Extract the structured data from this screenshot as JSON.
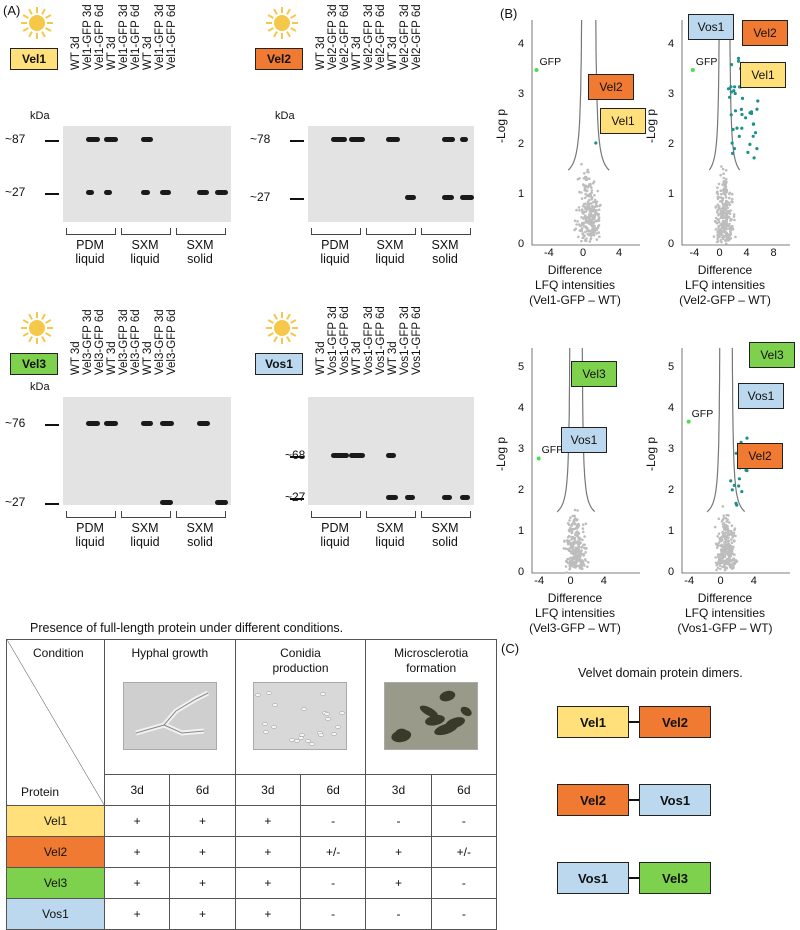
{
  "panels": {
    "a": "(A)",
    "b": "(B)",
    "c": "(C)"
  },
  "colors": {
    "vel1": "#ffe07a",
    "vel2": "#f07a32",
    "vel3": "#7ed14c",
    "vos1": "#bcd8ee",
    "sun": "#f5c84a"
  },
  "icons": {
    "sun": "sun-icon",
    "dot": "data-point"
  },
  "blots": [
    {
      "protein": "Vel1",
      "lanes": [
        "WT 3d",
        "Vel1-GFP 3d",
        "Vel1-GFP 6d",
        "WT 3d",
        "Vel1-GFP 3d",
        "Vel1-GFP 6d",
        "WT 3d",
        "Vel1-GFP 3d",
        "Vel1-GFP 6d"
      ],
      "kda": "kDa",
      "mw_high": "~87",
      "mw_low": "~27",
      "conditions": [
        [
          "PDM",
          "liquid"
        ],
        [
          "SXM",
          "liquid"
        ],
        [
          "SXM",
          "solid"
        ]
      ]
    },
    {
      "protein": "Vel2",
      "lanes": [
        "WT 3d",
        "Vel2-GFP 3d",
        "Vel2-GFP 6d",
        "WT 3d",
        "Vel2-GFP 3d",
        "Vel2-GFP 6d",
        "WT 3d",
        "Vel2-GFP 3d",
        "Vel2-GFP 6d"
      ],
      "kda": "kDa",
      "mw_high": "~78",
      "mw_low": "~27",
      "conditions": [
        [
          "PDM",
          "liquid"
        ],
        [
          "SXM",
          "liquid"
        ],
        [
          "SXM",
          "solid"
        ]
      ]
    },
    {
      "protein": "Vel3",
      "lanes": [
        "WT 3d",
        "Vel3-GFP 3d",
        "Vel3-GFP 6d",
        "WT 3d",
        "Vel3-GFP 3d",
        "Vel3-GFP 6d",
        "WT 3d",
        "Vel3-GFP 3d",
        "Vel3-GFP 6d"
      ],
      "kda": "kDa",
      "mw_high": "~76",
      "mw_low": "~27",
      "conditions": [
        [
          "PDM",
          "liquid"
        ],
        [
          "SXM",
          "liquid"
        ],
        [
          "SXM",
          "solid"
        ]
      ]
    },
    {
      "protein": "Vos1",
      "lanes": [
        "WT 3d",
        "Vos1-GFP 3d",
        "Vos1-GFP 6d",
        "WT 3d",
        "Vos1-GFP 3d",
        "Vos1-GFP 6d",
        "WT 3d",
        "Vos1-GFP 3d",
        "Vos1-GFP 6d"
      ],
      "kda": "",
      "mw_high": "~68",
      "mw_low": "~27",
      "conditions": [
        [
          "PDM",
          "liquid"
        ],
        [
          "SXM",
          "liquid"
        ],
        [
          "SXM",
          "solid"
        ]
      ]
    }
  ],
  "volcano": [
    {
      "ylabel": "-Log p",
      "yticks": [
        "0",
        "1",
        "2",
        "3",
        "4"
      ],
      "xticks": [
        "-4",
        "0",
        "4"
      ],
      "xlabel": [
        "Difference",
        "LFQ intensities",
        "(Vel1-GFP – WT)"
      ],
      "gfp": "GFP",
      "tags": [
        "Vel2",
        "Vel1"
      ]
    },
    {
      "ylabel": "-Log p",
      "yticks": [
        "0",
        "1",
        "2",
        "3",
        "4"
      ],
      "xticks": [
        "-4",
        "0",
        "4",
        "8"
      ],
      "xlabel": [
        "Difference",
        "LFQ intensities",
        "(Vel2-GFP – WT)"
      ],
      "gfp": "GFP",
      "tags": [
        "Vos1",
        "Vel2",
        "Vel1"
      ]
    },
    {
      "ylabel": "-Log p",
      "yticks": [
        "0",
        "1",
        "2",
        "3",
        "4",
        "5"
      ],
      "xticks": [
        "-4",
        "0",
        "4"
      ],
      "xlabel": [
        "Difference",
        "LFQ intensities",
        "(Vel3-GFP – WT)"
      ],
      "gfp": "GFP",
      "tags": [
        "Vel3",
        "Vos1"
      ]
    },
    {
      "ylabel": "-Log p",
      "yticks": [
        "0",
        "1",
        "2",
        "3",
        "4",
        "5"
      ],
      "xticks": [
        "-4",
        "0",
        "4"
      ],
      "xlabel": [
        "Difference",
        "LFQ intensities",
        "(Vos1-GFP – WT)"
      ],
      "gfp": "GFP",
      "tags": [
        "Vel3",
        "Vos1",
        "Vel2"
      ]
    }
  ],
  "table": {
    "title": "Presence of full-length protein under different conditions.",
    "corner_top": "Condition",
    "corner_bottom": "Protein",
    "groups": [
      "Hyphal growth",
      "Conidia production",
      "Microsclerotia formation"
    ],
    "days": [
      "3d",
      "6d",
      "3d",
      "6d",
      "3d",
      "6d"
    ],
    "rows": [
      {
        "protein": "Vel1",
        "values": [
          "+",
          "+",
          "+",
          "-",
          "-",
          "-"
        ]
      },
      {
        "protein": "Vel2",
        "values": [
          "+",
          "+",
          "+",
          "+/-",
          "+",
          "+/-"
        ]
      },
      {
        "protein": "Vel3",
        "values": [
          "+",
          "+",
          "+",
          "-",
          "+",
          "-"
        ]
      },
      {
        "protein": "Vos1",
        "values": [
          "+",
          "+",
          "+",
          "-",
          "-",
          "-"
        ]
      }
    ]
  },
  "dimers": {
    "title": "Velvet domain protein dimers.",
    "pairs": [
      [
        "Vel1",
        "Vel2"
      ],
      [
        "Vel2",
        "Vos1"
      ],
      [
        "Vos1",
        "Vel3"
      ]
    ]
  }
}
